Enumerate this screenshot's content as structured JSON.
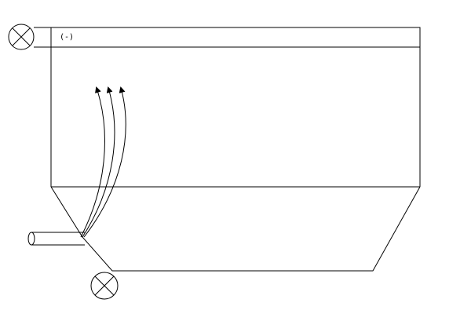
{
  "diagram": {
    "header_label": "(-)",
    "components": [
      {
        "id": "top-valve",
        "icon": "valve-icon"
      },
      {
        "id": "bottom-valve",
        "icon": "valve-icon"
      },
      {
        "id": "inlet-pipe",
        "icon": "pipe-icon"
      },
      {
        "id": "flow-arrows",
        "icon": "arrow-icon",
        "count": 3
      }
    ],
    "colors": {
      "stroke": "#000000",
      "background": "#ffffff"
    }
  }
}
